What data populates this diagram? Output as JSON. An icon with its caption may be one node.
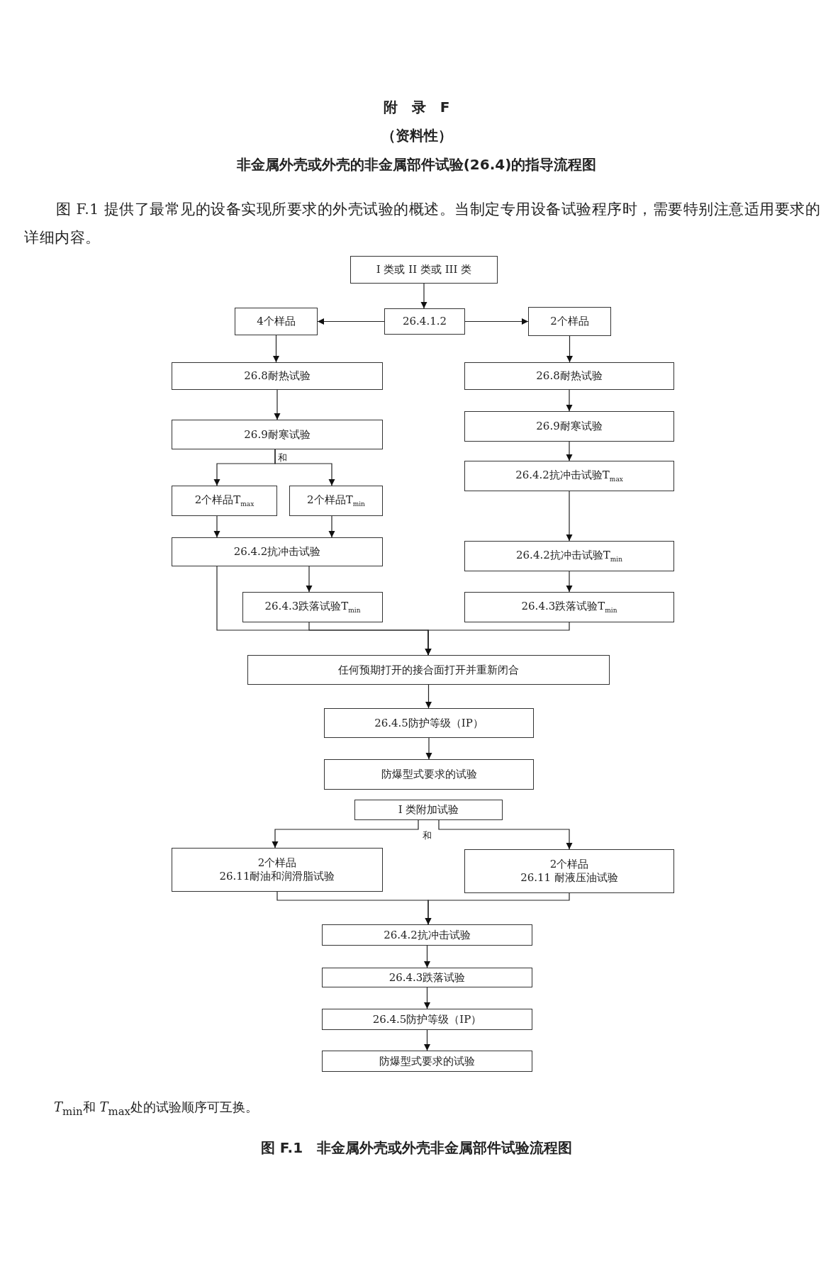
{
  "diagram": {
    "title": "非金属外壳或外壳的非金属部件试验(26.4)的指导流程图",
    "caption": "图 F.1　非金属外壳或外壳非金属部件试验流程图",
    "nodes": [
      {
        "text": [
          "I 类或 II 类或 III 类"
        ]
      },
      {
        "text": [
          "26.4.1.2"
        ]
      },
      {
        "text": [
          "4个样品"
        ]
      },
      {
        "text": [
          "2个样品"
        ]
      },
      {
        "text": [
          "26.8耐热试验"
        ]
      },
      {
        "text": [
          "26.9耐寒试验"
        ]
      },
      {
        "text": [
          "2个样品T$_{max}$"
        ]
      },
      {
        "text": [
          "2个样品T$_{min}$"
        ]
      },
      {
        "text": [
          "26.4.2抗冲击试验"
        ]
      },
      {
        "text": [
          "26.4.3跌落试验T$_{min}$"
        ]
      },
      {
        "text": [
          "26.8耐热试验"
        ]
      },
      {
        "text": [
          "26.9耐寒试验"
        ]
      },
      {
        "text": [
          "26.4.2抗冲击试验T$_{max}$"
        ]
      },
      {
        "text": [
          "26.4.2抗冲击试验T$_{min}$"
        ]
      },
      {
        "text": [
          "26.4.3跌落试验T$_{min}$"
        ]
      },
      {
        "text": [
          "任何预期打开的接合面打开并重新闭合"
        ]
      },
      {
        "text": [
          "26.4.5防护等级（IP）"
        ]
      },
      {
        "text": [
          "防爆型式要求的试验"
        ]
      },
      {
        "text": [
          "I 类附加试验"
        ]
      },
      {
        "text": [
          "2个样品",
          "26.11耐油和润滑脂试验"
        ]
      },
      {
        "text": [
          "2个样品",
          "26.11 耐液压油试验"
        ]
      },
      {
        "text": [
          "26.4.2抗冲击试验"
        ]
      },
      {
        "text": [
          "26.4.3跌落试验"
        ]
      },
      {
        "text": [
          "26.4.5防护等级（IP）"
        ]
      },
      {
        "text": [
          "防爆型式要求的试验"
        ]
      }
    ],
    "edges": [
      {
        "from": 0,
        "to": 1,
        "arrow": "to"
      },
      {
        "from": 1,
        "to": 2,
        "arrow": "to"
      },
      {
        "from": 1,
        "to": 3,
        "arrow": "to"
      },
      {
        "from": 2,
        "to": 4,
        "arrow": "to"
      },
      {
        "from": 4,
        "to": 5,
        "arrow": "to"
      },
      {
        "from": 5,
        "to": 6,
        "arrow": "to"
      },
      {
        "from": 5,
        "to": 7,
        "arrow": "to"
      },
      {
        "from": 6,
        "to": 8,
        "arrow": "to"
      },
      {
        "from": 7,
        "to": 8,
        "arrow": "to"
      },
      {
        "from": 8,
        "to": 9,
        "arrow": "to"
      },
      {
        "from": 8,
        "to": 15,
        "arrow": "to"
      },
      {
        "from": 9,
        "to": 15,
        "arrow": "to"
      },
      {
        "from": 3,
        "to": 10,
        "arrow": "to"
      },
      {
        "from": 10,
        "to": 11,
        "arrow": "to"
      },
      {
        "from": 11,
        "to": 12,
        "arrow": "to"
      },
      {
        "from": 12,
        "to": 13,
        "arrow": "to"
      },
      {
        "from": 13,
        "to": 14,
        "arrow": "to"
      },
      {
        "from": 14,
        "to": 15,
        "arrow": "to"
      },
      {
        "from": 15,
        "to": 16,
        "arrow": "to"
      },
      {
        "from": 16,
        "to": 17,
        "arrow": "to"
      },
      {
        "from": 18,
        "to": 19,
        "arrow": "to"
      },
      {
        "from": 18,
        "to": 20,
        "arrow": "to"
      },
      {
        "from": 19,
        "to": 21,
        "arrow": "to"
      },
      {
        "from": 20,
        "to": 21,
        "arrow": "to"
      },
      {
        "from": 21,
        "to": 22,
        "arrow": "to"
      },
      {
        "from": 22,
        "to": 23,
        "arrow": "to"
      },
      {
        "from": 23,
        "to": 24,
        "arrow": "to"
      }
    ],
    "labels": [
      "附　录　F",
      "（资料性）",
      "图 F.1 提供了最常见的设备实现所要求的外壳试验的概述。当制定专用设备试验程序时，需要特别注意适用要求的详细内容。",
      "和",
      "和",
      "*T*$_{min}$和 *T*$_{max}$处的试验顺序可互换。"
    ]
  }
}
